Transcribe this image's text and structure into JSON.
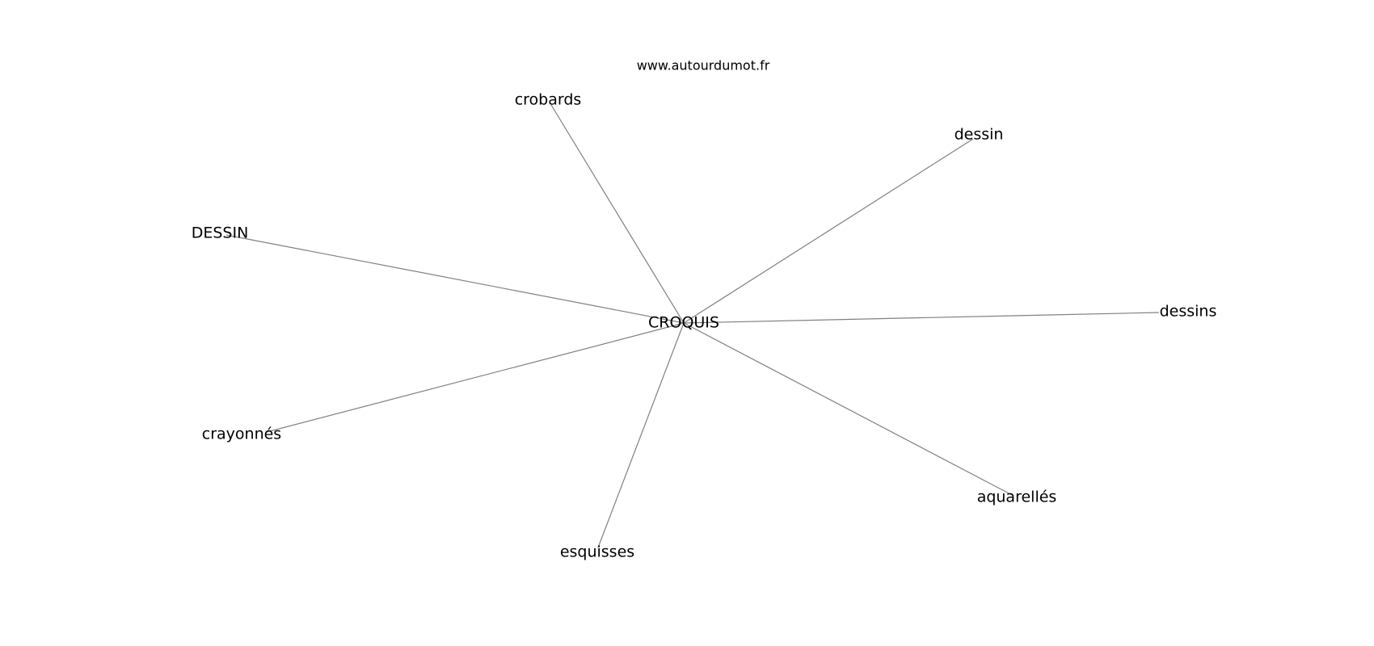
{
  "site": "www.autourdumot.fr",
  "center": {
    "label": "CROQUIS"
  },
  "words": [
    {
      "id": "crobards",
      "label": "crobards"
    },
    {
      "id": "dessin",
      "label": "dessin"
    },
    {
      "id": "DESSIN",
      "label": "DESSIN"
    },
    {
      "id": "dessins",
      "label": "dessins"
    },
    {
      "id": "crayonnes",
      "label": "crayonnés"
    },
    {
      "id": "aquarelles",
      "label": "aquarellés"
    },
    {
      "id": "esquisses",
      "label": "esquisses"
    }
  ],
  "colors": {
    "edge": "#808080",
    "text": "#000000",
    "background": "#ffffff"
  }
}
